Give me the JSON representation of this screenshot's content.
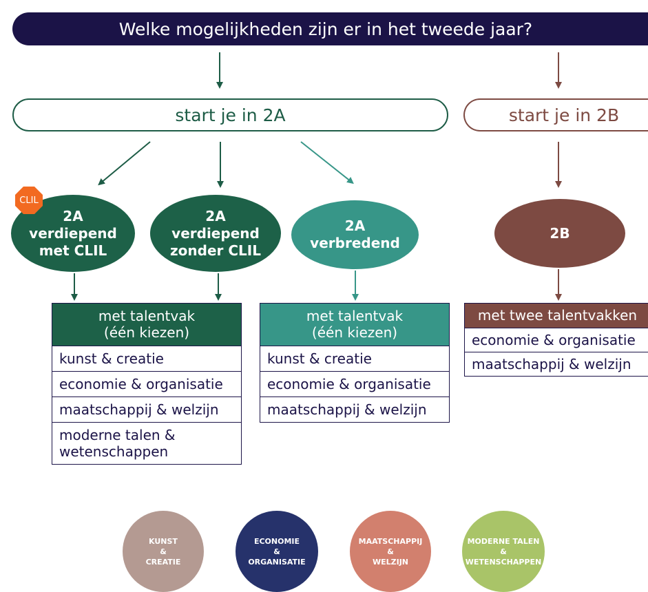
{
  "header": {
    "title": "Welke mogelijkheden zijn er in het tweede jaar?"
  },
  "pills": {
    "start_2a": "start je in 2A",
    "start_2b": "start je in 2B"
  },
  "options": {
    "a_clil": "2A\nverdiepend\nmet CLIL",
    "a_zonder": "2A\nverdiepend\nzonder CLIL",
    "a_verbredend": "2A\nverbredend",
    "b": "2B"
  },
  "clil_badge": "CLIL",
  "table_verdiepend": {
    "header": "met talentvak\n(één kiezen)",
    "rows": [
      "kunst & creatie",
      "economie & organisatie",
      "maatschappij & welzijn",
      "moderne talen &\nwetenschappen"
    ]
  },
  "table_verbredend": {
    "header": "met talentvak\n(één kiezen)",
    "rows": [
      "kunst & creatie",
      "economie & organisatie",
      "maatschappij & welzijn"
    ]
  },
  "table_2b": {
    "header": "met twee talentvakken",
    "rows": [
      "economie & organisatie",
      "maatschappij & welzijn"
    ]
  },
  "legend": {
    "kunst": "KUNST\n&\nCREATIE",
    "economie": "ECONOMIE\n&\nORGANISATIE",
    "maatschappij": "MAATSCHAPPIJ\n&\nWELZIJN",
    "moderne": "MODERNE TALEN\n&\nWETENSCHAPPEN"
  },
  "colors": {
    "navy": "#1b1347",
    "dark_green": "#1d6148",
    "teal": "#379688",
    "brown": "#7d4a42",
    "clil_orange": "#f26a21",
    "kunst": "#b49a92",
    "economie": "#26326b",
    "maatschappij": "#d2806e",
    "moderne": "#a9c468"
  }
}
